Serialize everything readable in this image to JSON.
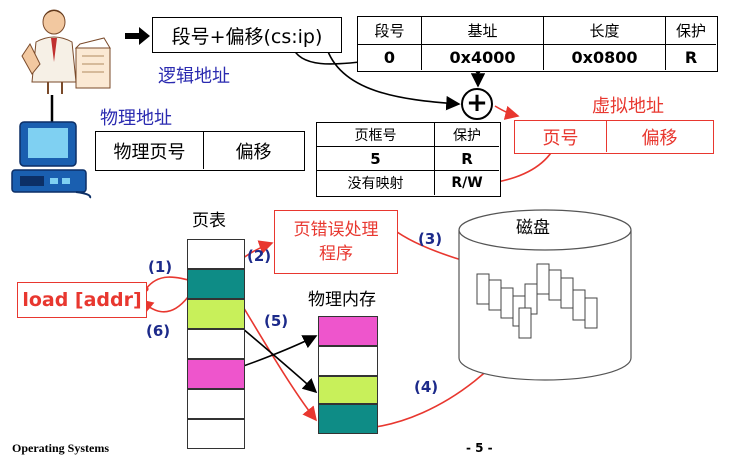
{
  "logical_address": {
    "expression": "段号+偏移(cs:ip)",
    "label": "逻辑地址"
  },
  "segment_table": {
    "headers": [
      "段号",
      "基址",
      "长度",
      "保护"
    ],
    "row": [
      "0",
      "0x4000",
      "0x0800",
      "R"
    ]
  },
  "adder_symbol": "+",
  "virtual_address": {
    "label": "虚拟地址",
    "fields": [
      "页号",
      "偏移"
    ]
  },
  "physical_address": {
    "label": "物理地址",
    "fields": [
      "物理页号",
      "偏移"
    ]
  },
  "page_map_table": {
    "headers": [
      "页框号",
      "保护"
    ],
    "rows": [
      [
        "5",
        "R"
      ],
      [
        "没有映射",
        "R/W"
      ]
    ]
  },
  "page_table_label": "页表",
  "page_fault_handler": "页错误处理程序",
  "disk_label": "磁盘",
  "physical_memory_label": "物理内存",
  "instruction": "load [addr]",
  "steps": [
    "(1)",
    "(2)",
    "(3)",
    "(4)",
    "(5)",
    "(6)"
  ],
  "footer": {
    "course": "Operating Systems",
    "page": "- 5 -"
  },
  "colors": {
    "teal": "#0e8c86",
    "lime": "#c8f05a",
    "magenta": "#ee55cc",
    "red": "#e8372f",
    "blue": "#2a2ab0"
  }
}
